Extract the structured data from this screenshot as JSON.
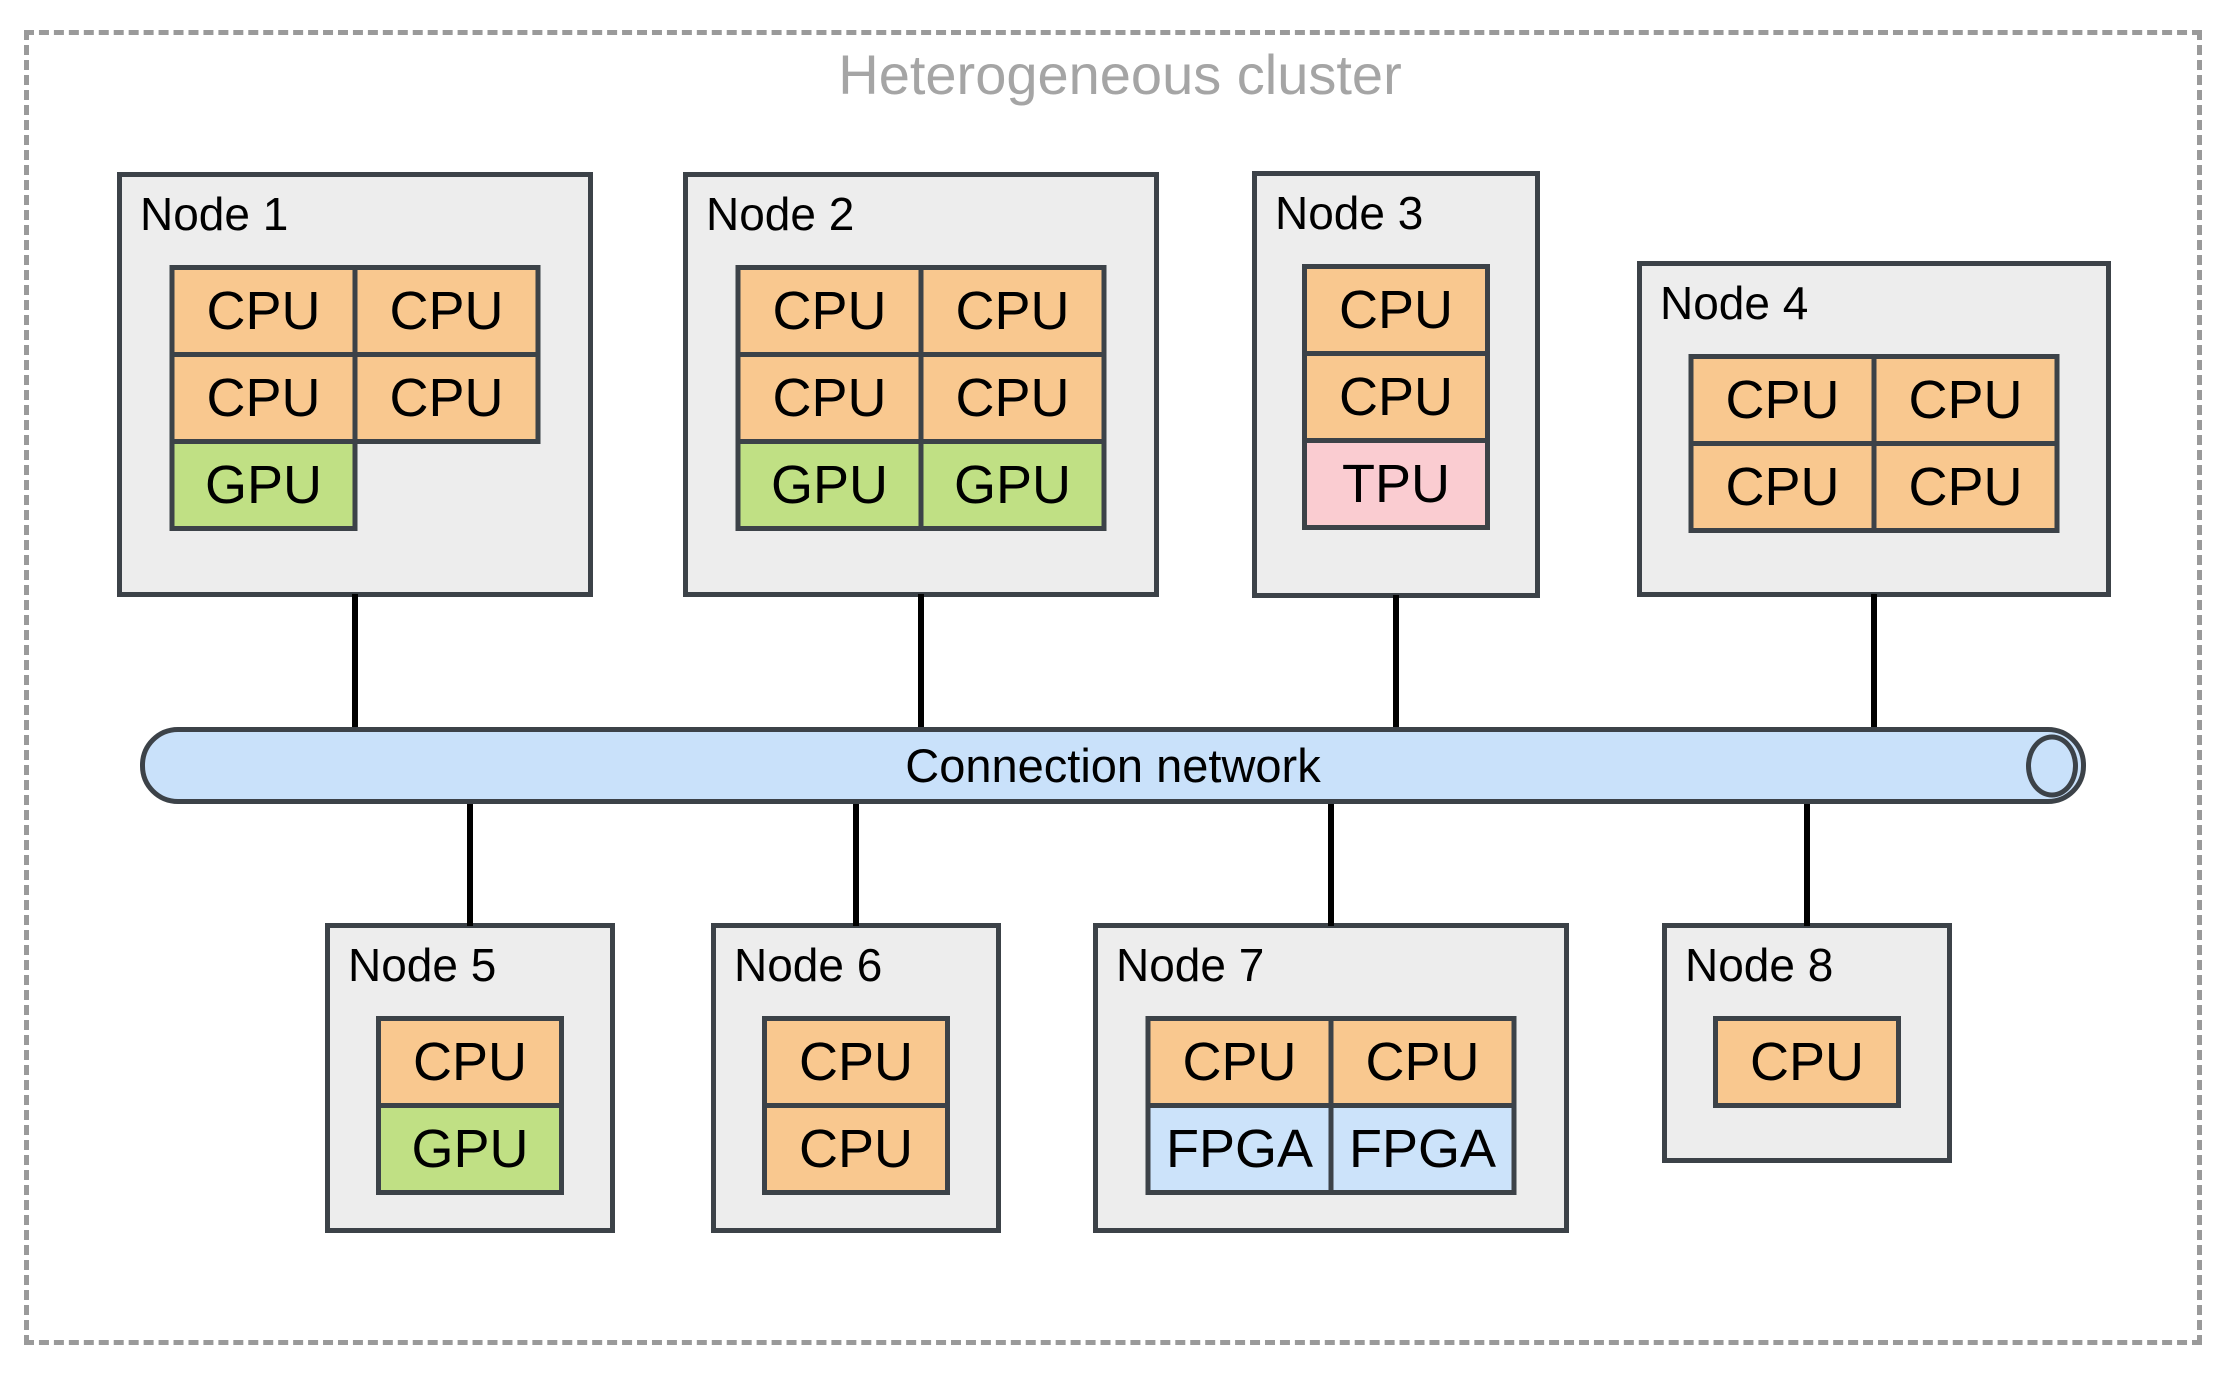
{
  "title": "Heterogeneous cluster",
  "network": {
    "label": "Connection network"
  },
  "colors": {
    "node_fill": "#EDEDED",
    "border_dark": "#3C4248",
    "bus_fill": "#C9E1FA",
    "boundary_gray": "#9A9A9A",
    "title_gray": "#A5A5A5",
    "chip": {
      "CPU": "#F9C88F",
      "GPU": "#C0E084",
      "TPU": "#FACCD1",
      "FPGA": "#CCE3FA"
    }
  },
  "nodes": [
    {
      "label": "Node 1",
      "chip_rows": [
        [
          "CPU",
          "CPU"
        ],
        [
          "CPU",
          "CPU"
        ],
        [
          "GPU"
        ]
      ]
    },
    {
      "label": "Node 2",
      "chip_rows": [
        [
          "CPU",
          "CPU"
        ],
        [
          "CPU",
          "CPU"
        ],
        [
          "GPU",
          "GPU"
        ]
      ]
    },
    {
      "label": "Node 3",
      "chip_rows": [
        [
          "CPU"
        ],
        [
          "CPU"
        ],
        [
          "TPU"
        ]
      ]
    },
    {
      "label": "Node 4",
      "chip_rows": [
        [
          "CPU",
          "CPU"
        ],
        [
          "CPU",
          "CPU"
        ]
      ]
    },
    {
      "label": "Node 5",
      "chip_rows": [
        [
          "CPU"
        ],
        [
          "GPU"
        ]
      ]
    },
    {
      "label": "Node 6",
      "chip_rows": [
        [
          "CPU"
        ],
        [
          "CPU"
        ]
      ]
    },
    {
      "label": "Node 7",
      "chip_rows": [
        [
          "CPU",
          "CPU"
        ],
        [
          "FPGA",
          "FPGA"
        ]
      ]
    },
    {
      "label": "Node 8",
      "chip_rows": [
        [
          "CPU"
        ]
      ]
    }
  ]
}
